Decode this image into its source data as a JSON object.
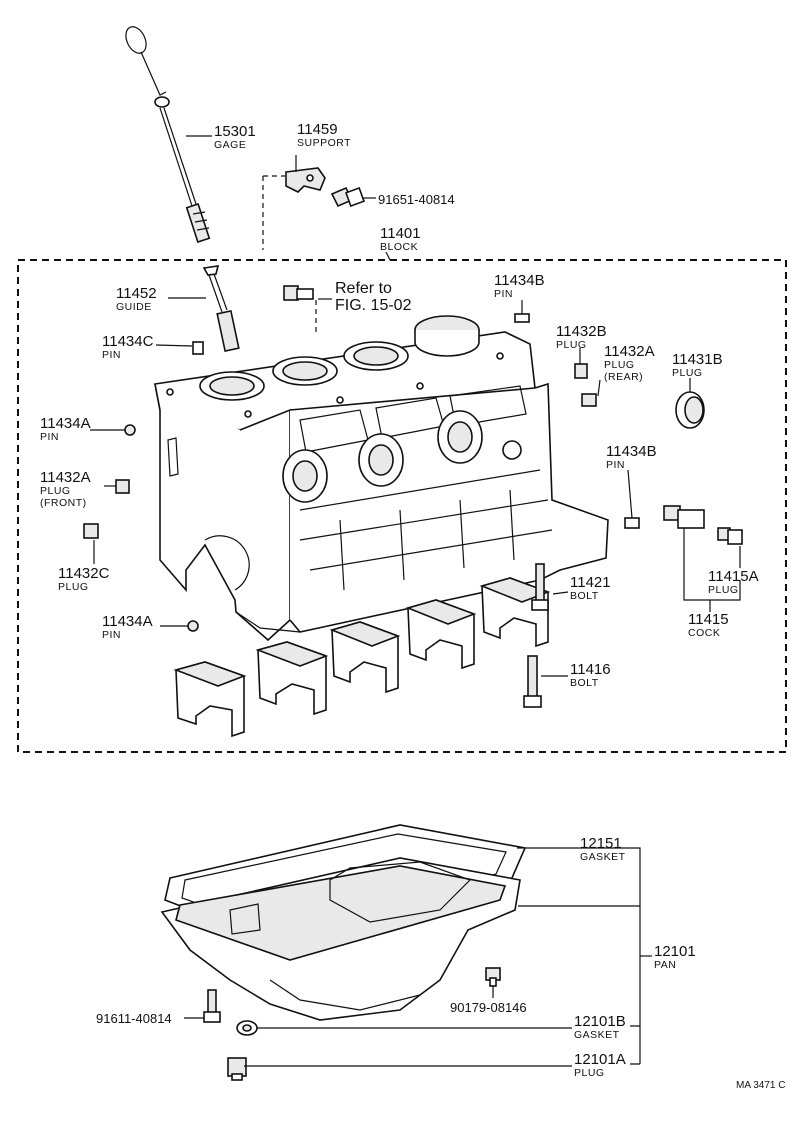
{
  "labels": {
    "gage": {
      "num": "15301",
      "cap": "GAGE"
    },
    "support": {
      "num": "11459",
      "cap": "SUPPORT"
    },
    "bolt_support": {
      "code": "91651-40814"
    },
    "block": {
      "num": "11401",
      "cap": "BLOCK"
    },
    "guide": {
      "num": "11452",
      "cap": "GUIDE"
    },
    "refer": {
      "line1": "Refer to",
      "line2": "FIG. 15-02"
    },
    "pin_b_top": {
      "num": "11434B",
      "cap": "PIN"
    },
    "pin_c": {
      "num": "11434C",
      "cap": "PIN"
    },
    "plug_b": {
      "num": "11432B",
      "cap": "PLUG"
    },
    "plug_a_rear": {
      "num": "11432A",
      "cap": "PLUG",
      "cap2": "(REAR)"
    },
    "plug_1431b": {
      "num": "11431B",
      "cap": "PLUG"
    },
    "pin_a_top": {
      "num": "11434A",
      "cap": "PIN"
    },
    "plug_a_front": {
      "num": "11432A",
      "cap": "PLUG",
      "cap2": "(FRONT)"
    },
    "pin_b_mid": {
      "num": "11434B",
      "cap": "PIN"
    },
    "plug_c": {
      "num": "11432C",
      "cap": "PLUG"
    },
    "plug_15a": {
      "num": "11415A",
      "cap": "PLUG"
    },
    "bolt_21": {
      "num": "11421",
      "cap": "BOLT"
    },
    "cock": {
      "num": "11415",
      "cap": "COCK"
    },
    "pin_a_bottom": {
      "num": "11434A",
      "cap": "PIN"
    },
    "bolt_16": {
      "num": "11416",
      "cap": "BOLT"
    },
    "gasket_pan": {
      "num": "12151",
      "cap": "GASKET"
    },
    "pan": {
      "num": "12101",
      "cap": "PAN"
    },
    "bolt_pan": {
      "code": "91611-40814"
    },
    "bolt_pan2": {
      "code": "90179-08146"
    },
    "gasket_b": {
      "num": "12101B",
      "cap": "GASKET"
    },
    "plug_pan": {
      "num": "12101A",
      "cap": "PLUG"
    },
    "figure_code": "MA 3471 C"
  }
}
